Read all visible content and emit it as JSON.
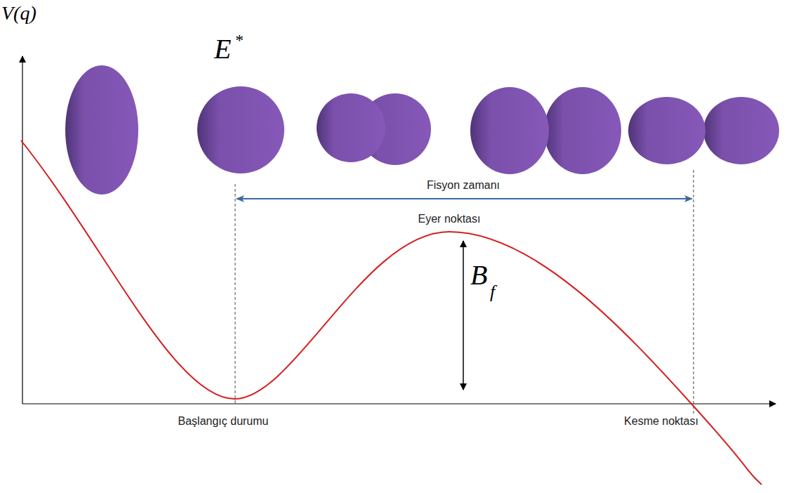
{
  "diagram": {
    "labels": [
      "V(q)",
      "E",
      "*",
      "Fisyon zamanı",
      "Eyer noktası",
      "B",
      "f",
      "Başlangıç durumu",
      "Kesme noktası"
    ]
  }
}
